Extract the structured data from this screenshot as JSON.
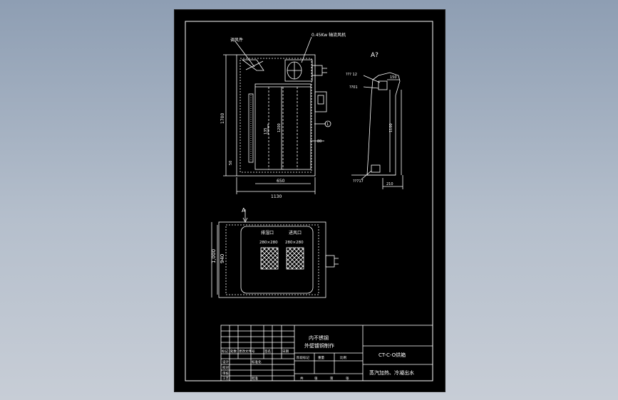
{
  "drawing": {
    "labels": {
      "damper": "调风件",
      "fan": "0.45Kw 轴流风机",
      "view_a": "A?",
      "view_a_arrow": "A",
      "circle_mark": "1",
      "return_inlet": "排湿口",
      "supply_inlet": "进风口",
      "return_size": "280×280",
      "supply_size": "280×280",
      "note_1": "??? 12",
      "note_2": "??01",
      "note_3": "??717"
    },
    "dimensions": {
      "height_main": "1700",
      "height_inner": "1200",
      "width_inner": "650",
      "width_total": "1130",
      "bottom_offset": "50",
      "shelf_gap": "135",
      "side_offset": "80",
      "depth_outer": "1,000",
      "depth_inner": "940",
      "side_height": "1100",
      "side_width": "210",
      "side_top": "150"
    }
  },
  "title_block": {
    "material_line1": "内不锈钢",
    "material_line2": "外壁镀铜制作",
    "drawing_no": "CT-C-O烘箱",
    "description": "蒸汽加热、冷凝出水",
    "cells": {
      "mark": "标记",
      "qty": "处数",
      "change_doc": "更改文件号",
      "sign": "签名",
      "date": "日期",
      "design": "设计",
      "standardize": "标准化",
      "check": "校对",
      "review": "审核",
      "craft": "工艺",
      "approve": "批准",
      "stage_mark": "阶段标记",
      "weight": "重量",
      "scale": "比例",
      "total": "共",
      "sheet_word": "张",
      "page": "第"
    }
  }
}
